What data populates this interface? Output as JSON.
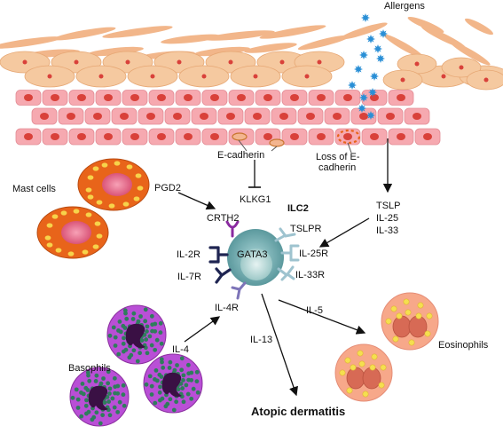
{
  "labels": {
    "allergens": "Allergens",
    "e_cadherin": "E-cadherin",
    "loss_line1": "Loss of E-",
    "loss_line2": "cadherin",
    "klkg1": "KLKG1",
    "mast_cells": "Mast cells",
    "pgd2": "PGD2",
    "crth2": "CRTH2",
    "ilc2": "ILC2",
    "gata3": "GATA3",
    "tslp": "TSLP",
    "il25": "IL-25",
    "il33": "IL-33",
    "tslpr": "TSLPR",
    "il25r": "IL-25R",
    "il33r": "IL-33R",
    "il2r": "IL-2R",
    "il7r": "IL-7R",
    "il4r": "IL-4R",
    "il4": "IL-4",
    "il5": "IL-5",
    "il13": "IL-13",
    "basophils": "Basophils",
    "eosinophils": "Eosinophils",
    "outcome": "Atopic dermatitis"
  },
  "colors": {
    "cell_tan": "#f5c9a0",
    "cell_pink": "#f6a9b0",
    "nucleus_red": "#d9413a",
    "allergen_blue": "#2a8fd6",
    "mast_orange": "#e8641a",
    "ilc2_teal": "#5a8f94",
    "basophil_magenta": "#b94fd6",
    "eosinophil_salmon": "#f7a88a"
  }
}
